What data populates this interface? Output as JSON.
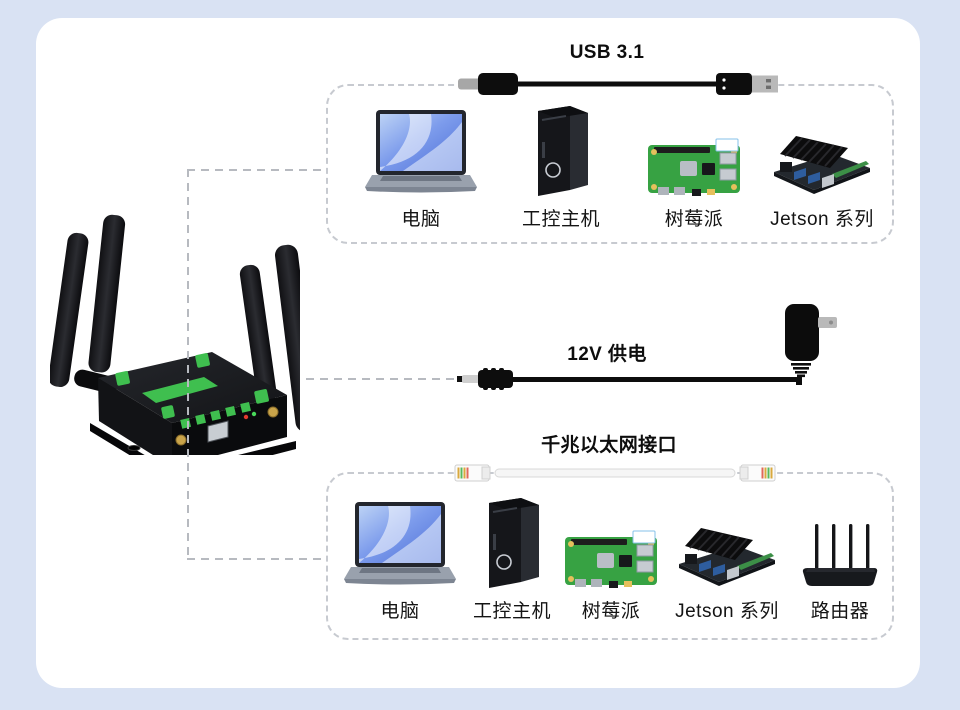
{
  "page": {
    "background_color": "#d9e2f3",
    "card_color": "#ffffff",
    "dash_color": "#b7bac0",
    "text_color": "#111111",
    "accent_green": "#3fbf4f"
  },
  "main_device": {
    "icon": "industrial-router-4-antennas"
  },
  "connections": [
    {
      "id": "usb",
      "title": "USB 3.1",
      "cable_icon": "usb-cable",
      "devices": [
        {
          "icon": "laptop",
          "label": "电脑"
        },
        {
          "icon": "tower-pc",
          "label": "工控主机"
        },
        {
          "icon": "raspberry-pi",
          "label": "树莓派"
        },
        {
          "icon": "jetson-board",
          "label": "Jetson 系列"
        }
      ]
    },
    {
      "id": "power",
      "title": "12V 供电",
      "cable_icon": "power-adapter"
    },
    {
      "id": "ethernet",
      "title": "千兆以太网接口",
      "cable_icon": "ethernet-cable",
      "devices": [
        {
          "icon": "laptop",
          "label": "电脑"
        },
        {
          "icon": "tower-pc",
          "label": "工控主机"
        },
        {
          "icon": "raspberry-pi",
          "label": "树莓派"
        },
        {
          "icon": "jetson-board",
          "label": "Jetson 系列"
        },
        {
          "icon": "wifi-router",
          "label": "路由器"
        }
      ]
    }
  ]
}
